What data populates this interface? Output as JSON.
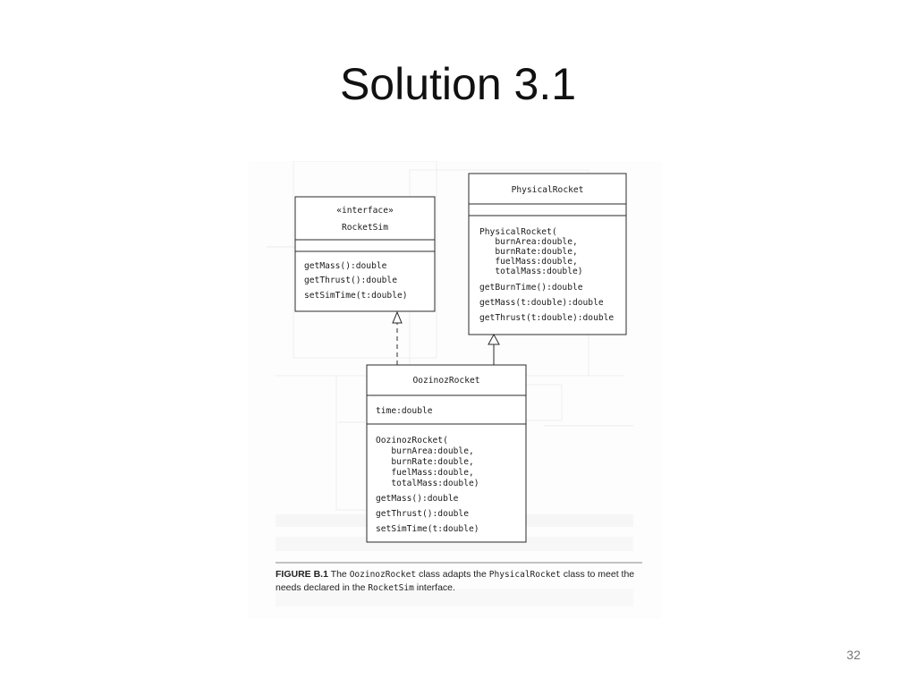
{
  "slide": {
    "title": "Solution 3.1",
    "page_number": "32"
  },
  "diagram": {
    "rocket_sim": {
      "stereotype": "«interface»",
      "name": "RocketSim",
      "methods": [
        "getMass():double",
        "getThrust():double",
        "setSimTime(t:double)"
      ]
    },
    "physical_rocket": {
      "name": "PhysicalRocket",
      "methods": [
        "PhysicalRocket(",
        "   burnArea:double,",
        "   burnRate:double,",
        "   fuelMass:double,",
        "   totalMass:double)",
        "getBurnTime():double",
        "getMass(t:double):double",
        "getThrust(t:double):double"
      ]
    },
    "oozinoz_rocket": {
      "name": "OozinozRocket",
      "attributes": [
        "time:double"
      ],
      "methods": [
        "OozinozRocket(",
        "   burnArea:double,",
        "   burnRate:double,",
        "   fuelMass:double,",
        "   totalMass:double)",
        "getMass():double",
        "getThrust():double",
        "setSimTime(t:double)"
      ]
    }
  },
  "caption": {
    "label": "FIGURE B.1",
    "text_1": "The",
    "code_1": "OozinozRocket",
    "text_2": "class adapts the",
    "code_2": "PhysicalRocket",
    "text_3": "class to meet the needs declared in the",
    "code_3": "RocketSim",
    "text_4": "interface."
  }
}
